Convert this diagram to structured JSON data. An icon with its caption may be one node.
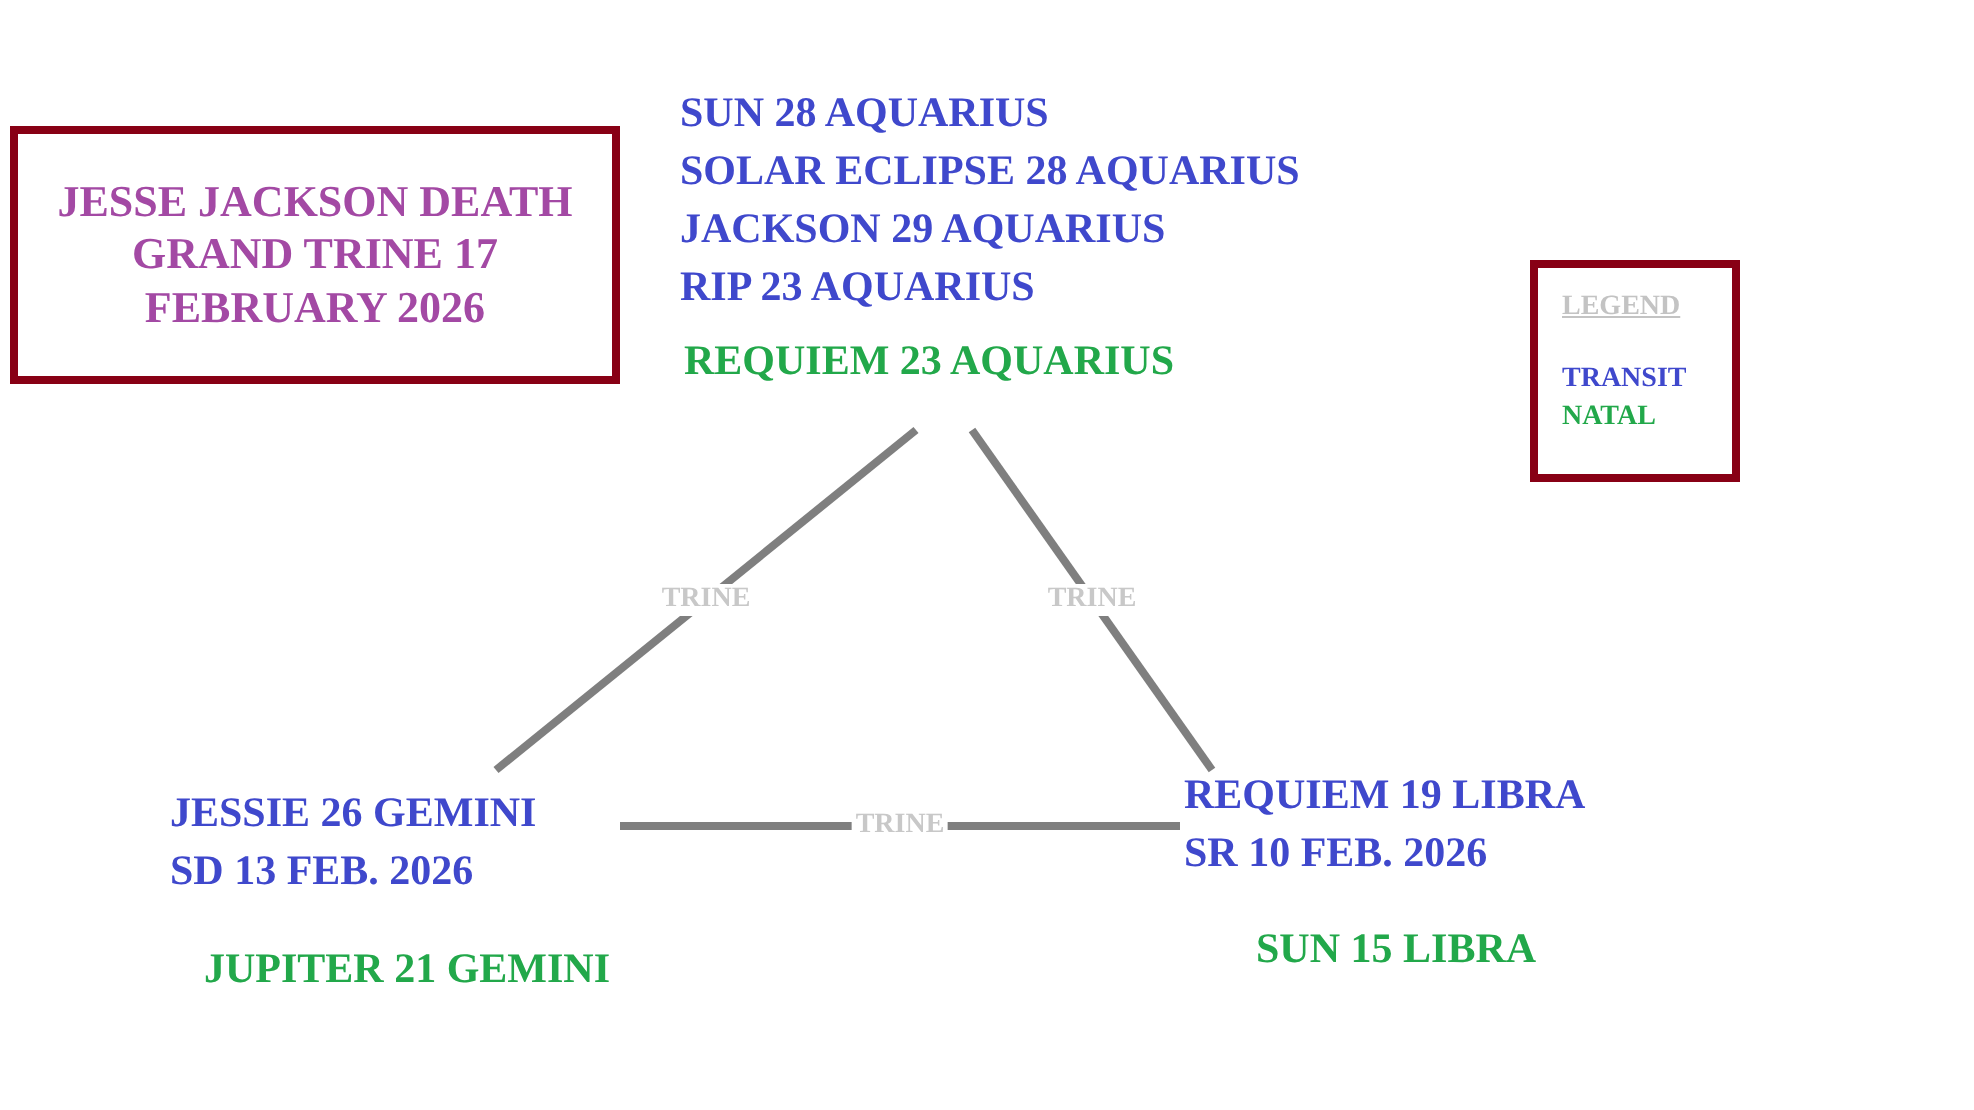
{
  "diagram": {
    "nodes": [
      {
        "text": [
          "JESSE JACKSON DEATH GRAND TRINE 17 FEBRUARY 2026"
        ]
      },
      {
        "text": [
          "SUN 28 AQUARIUS",
          "SOLAR ECLIPSE 28 AQUARIUS",
          "JACKSON 29 AQUARIUS",
          "RIP 23 AQUARIUS"
        ],
        "beside": [
          "REQUIEM 23 AQUARIUS"
        ]
      },
      {
        "text": [
          "JESSIE 26 GEMINI",
          "SD 13 FEB. 2026"
        ],
        "beside": [
          "JUPITER 21 GEMINI"
        ]
      },
      {
        "text": [
          "REQUIEM 19 LIBRA",
          "SR 10 FEB. 2026"
        ],
        "beside": [
          "SUN 15 LIBRA"
        ]
      }
    ],
    "edges": [
      {
        "from": 1,
        "to": 2,
        "arrow": "none",
        "label": "TRINE"
      },
      {
        "from": 1,
        "to": 3,
        "arrow": "none",
        "label": "TRINE"
      },
      {
        "from": 2,
        "to": 3,
        "arrow": "none",
        "label": "TRINE"
      }
    ],
    "labels": [
      "LEGEND"
    ],
    "legend": [
      {
        "text": "TRANSIT",
        "color": "#3f48cc"
      },
      {
        "text": "NATAL",
        "color": "#22a84a"
      }
    ]
  }
}
